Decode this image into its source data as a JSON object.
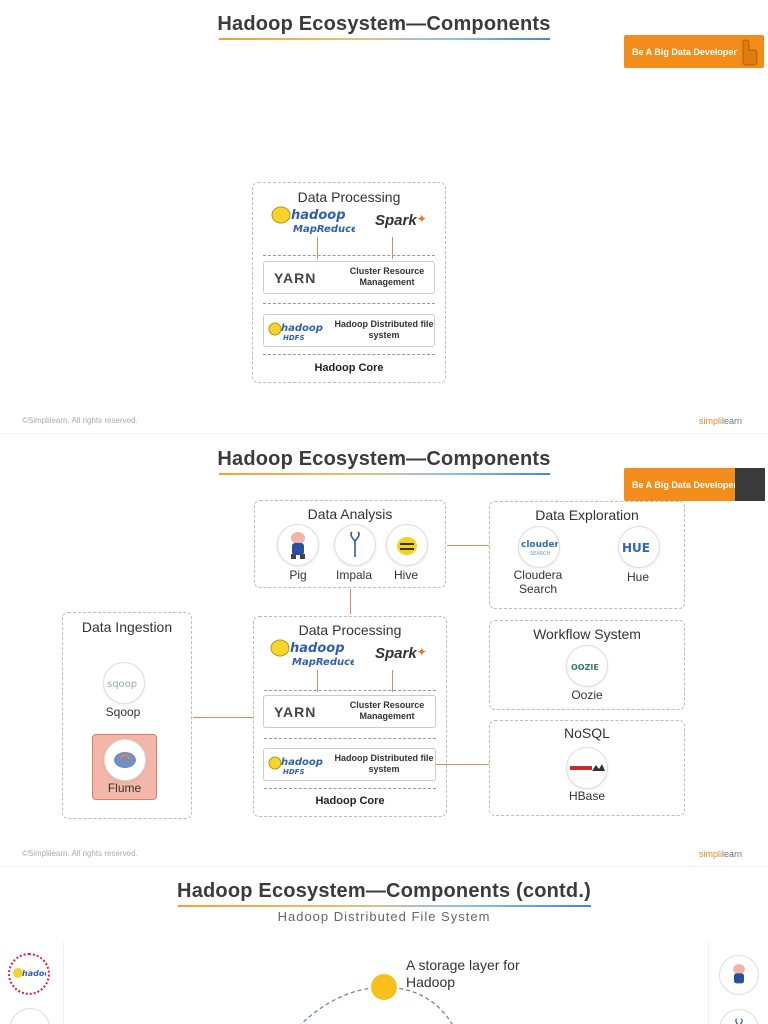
{
  "cta_label": "Be A Big Data Developer",
  "footer": {
    "copyright": "©Simplilearn. All rights reserved.",
    "brand_a": "simpli",
    "brand_b": "learn"
  },
  "slide1": {
    "title": "Hadoop Ecosystem—Components",
    "data_processing": "Data Processing",
    "mapreduce_label": "hadoop MapReduce",
    "spark_label": "Spark",
    "yarn_label": "YARN",
    "yarn_desc": "Cluster Resource Management",
    "hdfs_desc": "Hadoop Distributed file system",
    "core_label": "Hadoop Core"
  },
  "slide2": {
    "title": "Hadoop Ecosystem—Components",
    "data_analysis": "Data Analysis",
    "pig": "Pig",
    "impala": "Impala",
    "hive": "Hive",
    "data_exploration": "Data Exploration",
    "cloudera_search": "Cloudera Search",
    "hue": "Hue",
    "data_ingestion": "Data Ingestion",
    "sqoop": "Sqoop",
    "flume": "Flume",
    "data_processing": "Data Processing",
    "spark_label": "Spark",
    "yarn_label": "YARN",
    "yarn_desc": "Cluster Resource Management",
    "hdfs_desc": "Hadoop Distributed file system",
    "core_label": "Hadoop Core",
    "workflow_system": "Workflow System",
    "oozie": "Oozie",
    "nosql": "NoSQL",
    "hbase": "HBase",
    "cloudera_logo": "cloudera",
    "cloudera_logo_sub": "SEARCH",
    "hue_logo": "HUE",
    "sqoop_logo": "sqoop",
    "oozie_logo": "OOZIE"
  },
  "slide3": {
    "title": "Hadoop Ecosystem—Components (contd.)",
    "subtitle": "Hadoop Distributed File System",
    "storage_text": "A storage layer for Hadoop"
  },
  "colors": {
    "accent": "#f28c1a",
    "arrow": "#d98d58",
    "highlight": "#f3b7a9"
  },
  "icons": [
    "hadoop-elephant-icon",
    "spark-star-icon",
    "pig-icon",
    "impala-icon",
    "hive-bee-icon",
    "thumb-hand-icon"
  ]
}
